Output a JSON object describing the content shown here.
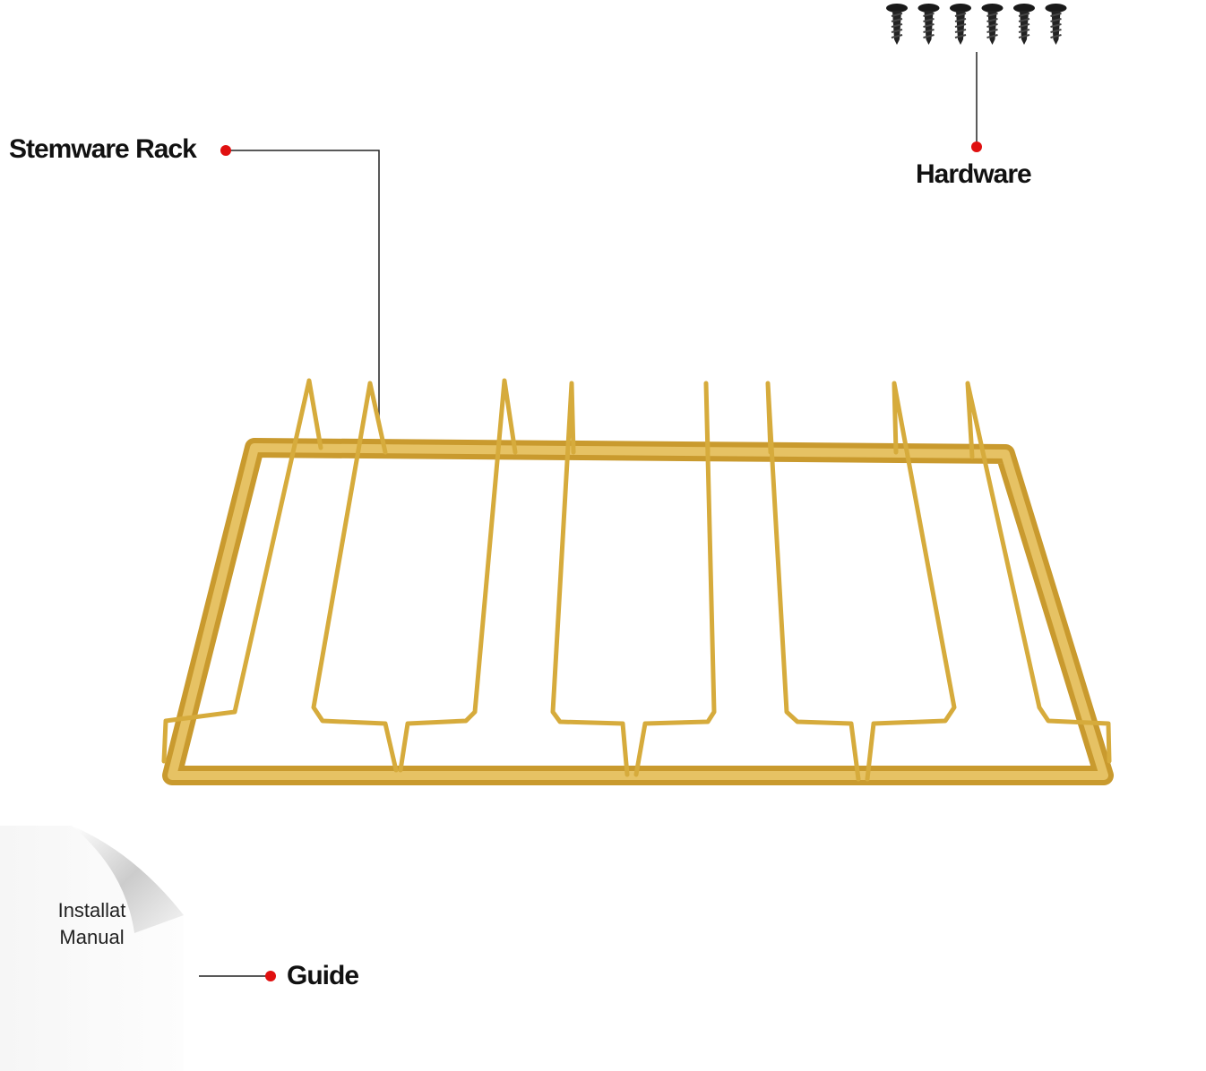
{
  "labels": {
    "stemware_rack": "Stemware Rack",
    "hardware": "Hardware",
    "guide": "Guide"
  },
  "manual": {
    "line1": "Installat",
    "line2": "Manual"
  },
  "colors": {
    "gold": "#d6ab3c",
    "callout_dot": "#e01010",
    "callout_line": "#222222"
  },
  "hardware_count": 6
}
